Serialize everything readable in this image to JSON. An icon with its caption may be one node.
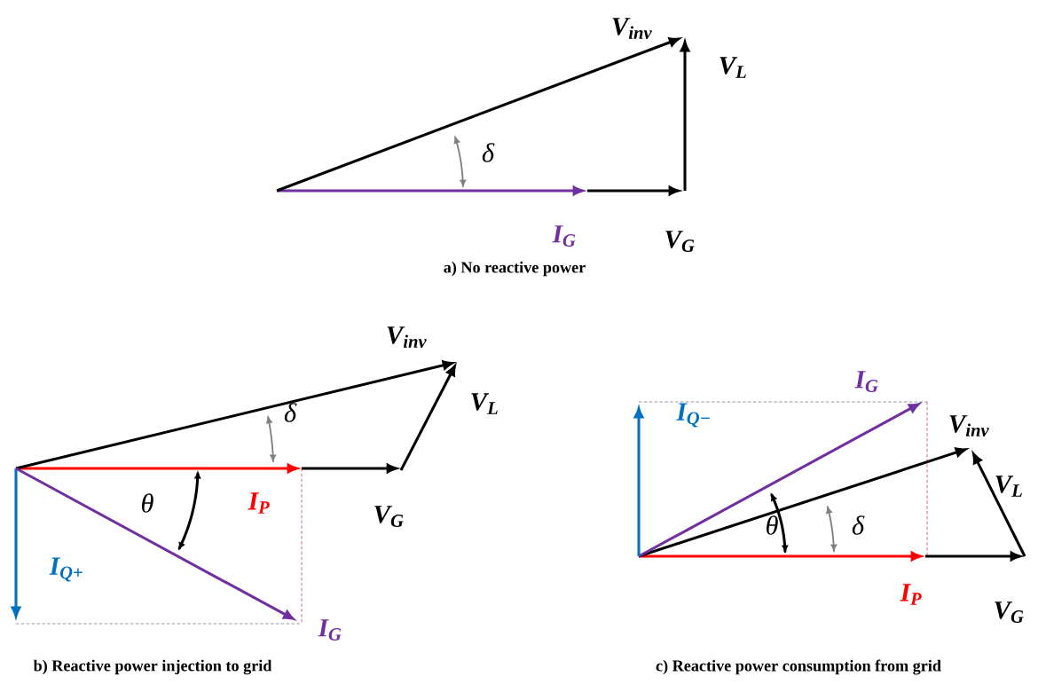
{
  "diagram": {
    "labels": [
      "V$_{inv}$",
      "V$_{L}$",
      "δ",
      "I$_{G}$",
      "V$_{G}$",
      "a) No reactive power",
      "V$_{inv}$",
      "V$_{L}$",
      "δ",
      "θ",
      "I$_{P}$",
      "V$_{G}$",
      "I$_{Q+}$",
      "I$_{G}$",
      "b) Reactive power injection to grid",
      "I$_{G}$",
      "I$_{Q−}$",
      "V$_{inv}$",
      "V$_{L}$",
      "θ",
      "δ",
      "I$_{P}$",
      "V$_{G}$",
      "c) Reactive power consumption from grid"
    ]
  }
}
